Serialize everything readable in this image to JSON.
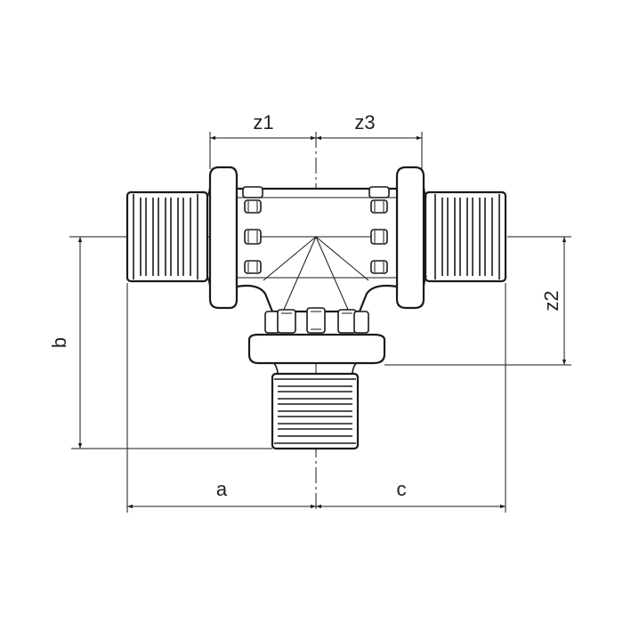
{
  "diagram": {
    "labels": {
      "z1": "z1",
      "z3": "z3",
      "z2": "z2",
      "a": "a",
      "b": "b",
      "c": "c"
    },
    "colors": {
      "line": "#1a1a1a",
      "background": "#ffffff"
    }
  }
}
